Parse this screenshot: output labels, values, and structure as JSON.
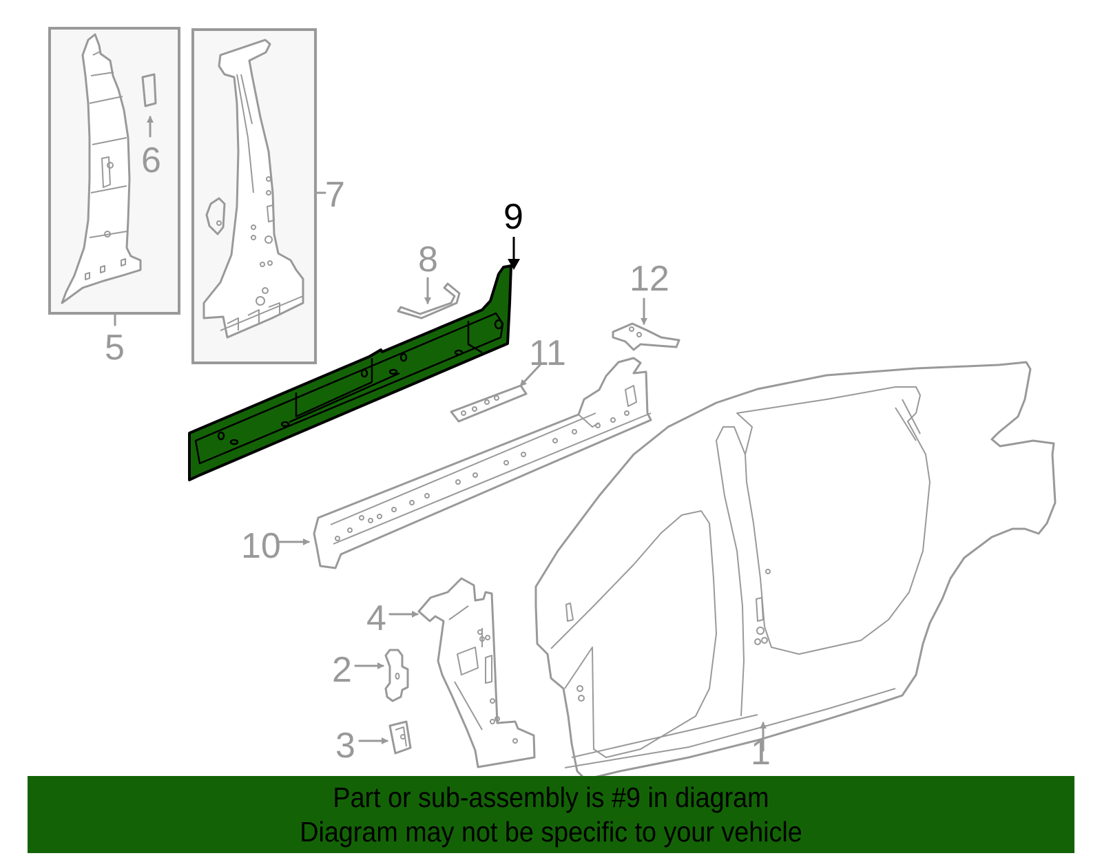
{
  "diagram": {
    "highlighted_part": "9",
    "highlight_color": "#136306",
    "line_color": "#999999",
    "callouts": [
      {
        "id": "1",
        "label": "1"
      },
      {
        "id": "2",
        "label": "2"
      },
      {
        "id": "3",
        "label": "3"
      },
      {
        "id": "4",
        "label": "4"
      },
      {
        "id": "5",
        "label": "5"
      },
      {
        "id": "6",
        "label": "6"
      },
      {
        "id": "7",
        "label": "7"
      },
      {
        "id": "8",
        "label": "8"
      },
      {
        "id": "9",
        "label": "9"
      },
      {
        "id": "10",
        "label": "10"
      },
      {
        "id": "11",
        "label": "11"
      },
      {
        "id": "12",
        "label": "12"
      }
    ]
  },
  "banner": {
    "line1": "Part or sub-assembly is #9 in diagram",
    "line2": "Diagram may not be specific to your vehicle",
    "background": "#136306"
  }
}
